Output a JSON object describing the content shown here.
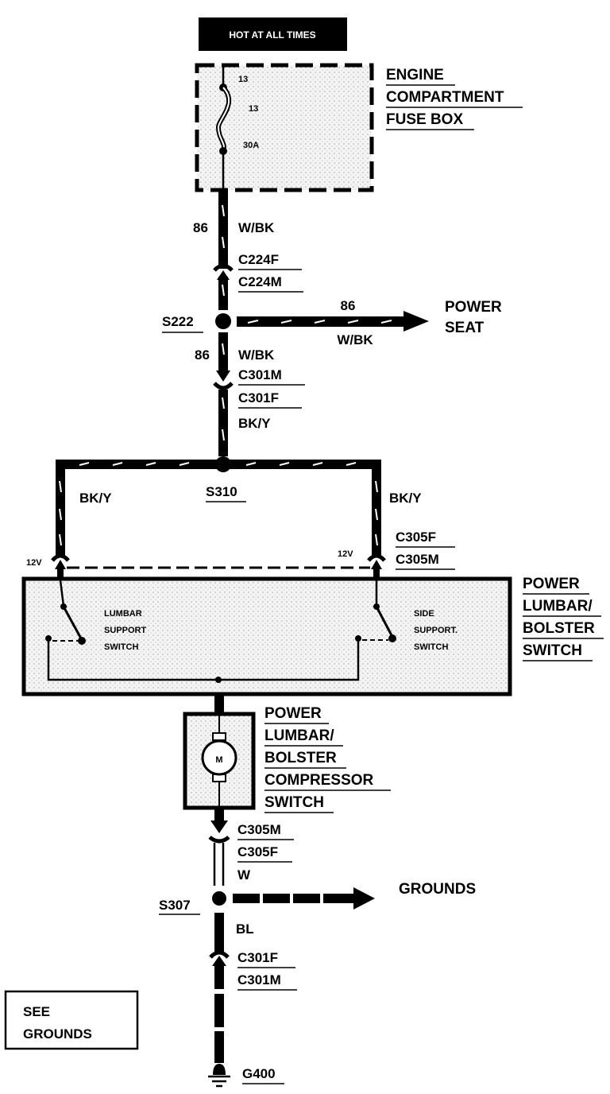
{
  "diagram": {
    "hot_label": "HOT AT ALL TIMES",
    "fuse_box": {
      "title_lines": [
        "ENGINE",
        "COMPARTMENT",
        "FUSE BOX"
      ],
      "fuse_top_pin": "13",
      "fuse_number": "13",
      "fuse_rating": "30A"
    },
    "wire_top": {
      "circuit": "86",
      "color": "W/BK"
    },
    "connector_c224": {
      "female": "C224F",
      "male": "C224M"
    },
    "splice_s222": "S222",
    "power_seat_branch": {
      "circuit": "86",
      "color": "W/BK",
      "destination_lines": [
        "POWER",
        "SEAT"
      ]
    },
    "wire_mid": {
      "circuit": "86",
      "color": "W/BK"
    },
    "connector_c301_upper": {
      "male": "C301M",
      "female": "C301F"
    },
    "wire_bky_main": "BK/Y",
    "splice_s310": "S310",
    "wire_left": "BK/Y",
    "wire_right": "BK/Y",
    "connector_c305_upper": {
      "female": "C305F",
      "male": "C305M"
    },
    "voltage_left": "12V",
    "voltage_right": "12V",
    "switch_module": {
      "title_lines": [
        "POWER",
        "LUMBAR/",
        "BOLSTER",
        "SWITCH"
      ],
      "left_switch_lines": [
        "LUMBAR",
        "SUPPORT",
        "SWITCH"
      ],
      "right_switch_lines": [
        "SIDE",
        "SUPPORT.",
        "SWITCH"
      ]
    },
    "compressor": {
      "motor_symbol": "M",
      "title_lines": [
        "POWER",
        "LUMBAR/",
        "BOLSTER",
        "COMPRESSOR",
        "SWITCH"
      ]
    },
    "connector_c305_lower": {
      "male": "C305M",
      "female": "C305F"
    },
    "wire_w": "W",
    "splice_s307": "S307",
    "grounds_branch": "GROUNDS",
    "wire_bl": "BL",
    "connector_c301_lower": {
      "female": "C301F",
      "male": "C301M"
    },
    "see_grounds_lines": [
      "SEE",
      "GROUNDS"
    ],
    "ground_g400": "G400"
  }
}
